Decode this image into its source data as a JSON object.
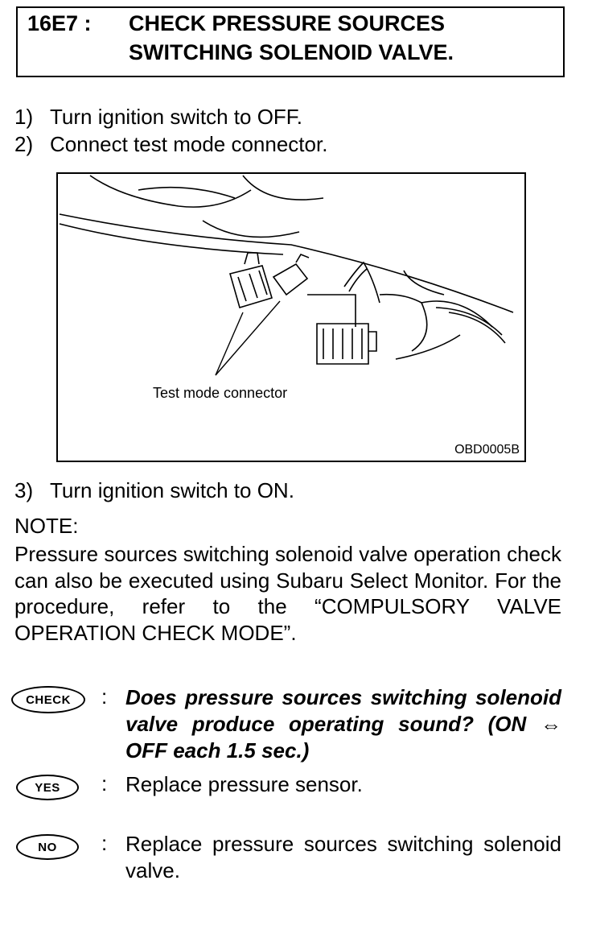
{
  "header": {
    "code": "16E7 :",
    "title_line1": "CHECK PRESSURE SOURCES",
    "title_line2": "SWITCHING SOLENOID VALVE."
  },
  "steps": [
    {
      "num": "1)",
      "text": "Turn ignition switch to OFF."
    },
    {
      "num": "2)",
      "text": "Connect test mode connector."
    },
    {
      "num": "3)",
      "text": "Turn ignition switch to ON."
    }
  ],
  "figure": {
    "label": "Test mode connector",
    "code": "OBD0005B"
  },
  "note": {
    "heading": "NOTE:",
    "body": "Pressure sources switching solenoid valve operation check can also be executed using Subaru Select Monitor. For the procedure, refer to the “COMPULSORY VALVE OPERATION CHECK MODE”."
  },
  "check": {
    "badge": "CHECK",
    "colon": ":",
    "question": "Does pressure sources switching solenoid valve produce operating sound? (ON ⇔ OFF each 1.5 sec.)"
  },
  "yes": {
    "badge": "YES",
    "colon": ":",
    "text": "Replace pressure sensor."
  },
  "no": {
    "badge": "NO",
    "colon": ":",
    "text": "Replace pressure sources switching solenoid valve."
  }
}
